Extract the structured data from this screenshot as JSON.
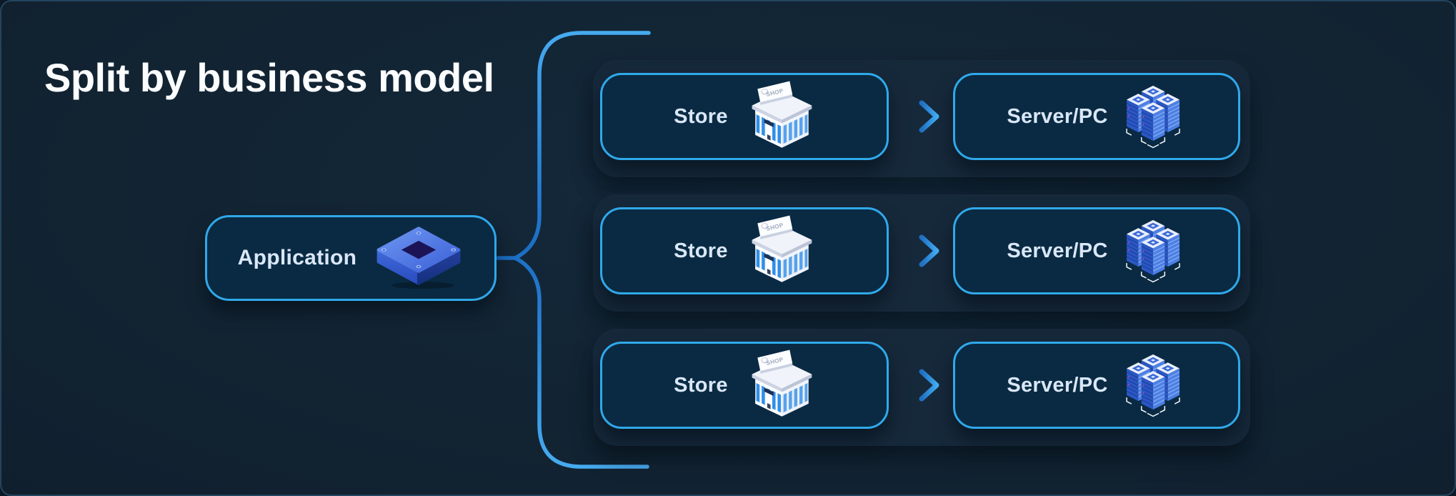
{
  "title": "Split by business model",
  "application": {
    "label": "Application",
    "icon": "application-chip-icon"
  },
  "rows": [
    {
      "store": {
        "label": "Store",
        "icon": "store-building-icon"
      },
      "server": {
        "label": "Server/PC",
        "icon": "server-stack-icon"
      }
    },
    {
      "store": {
        "label": "Store",
        "icon": "store-building-icon"
      },
      "server": {
        "label": "Server/PC",
        "icon": "server-stack-icon"
      }
    },
    {
      "store": {
        "label": "Store",
        "icon": "store-building-icon"
      },
      "server": {
        "label": "Server/PC",
        "icon": "server-stack-icon"
      }
    }
  ],
  "store_sign_text": "SHOP",
  "colors": {
    "background": "#122433",
    "frame_border": "#24445e",
    "row_card": "#16293b",
    "node_fill": "#0a2a43",
    "node_border": "#2fa9ea",
    "connector_light": "#4db4f6",
    "connector_dark": "#1b6ec4",
    "title_text": "#fbfdff",
    "label_text": "#d9e7f7"
  }
}
